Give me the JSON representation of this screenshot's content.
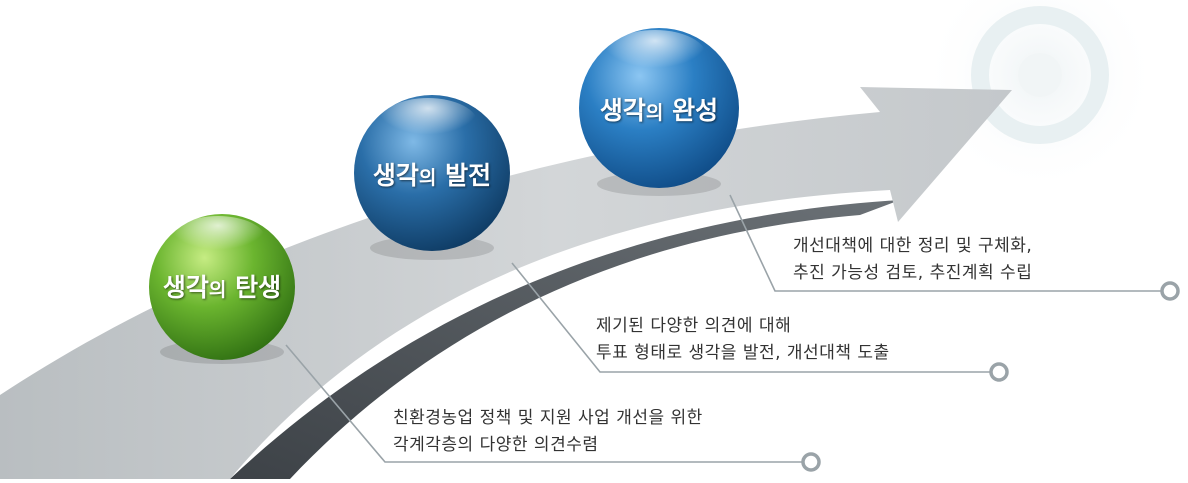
{
  "stages": [
    {
      "id": "birth",
      "label_main": "생각",
      "label_particle": "의",
      "label_tail": "탄생",
      "color": "#5aa52b",
      "description": [
        "친환경농업  정책 및 지원 사업 개선을 위한",
        "각계각층의 다양한 의견수렴"
      ]
    },
    {
      "id": "development",
      "label_main": "생각",
      "label_particle": "의",
      "label_tail": "발전",
      "color": "#1f5f93",
      "description": [
        "제기된 다양한 의견에 대해",
        "투표 형태로 생각을 발전, 개선대책 도출"
      ]
    },
    {
      "id": "completion",
      "label_main": "생각",
      "label_particle": "의",
      "label_tail": "완성",
      "color": "#1f72b8",
      "description": [
        "개선대책에 대한 정리 및 구체화,",
        "추진 가능성 검토, 추진계획 수립"
      ]
    }
  ],
  "colors": {
    "arrow_light": "#c9cdd0",
    "arrow_dark": "#5b6166",
    "connector": "#9aa3a8"
  }
}
